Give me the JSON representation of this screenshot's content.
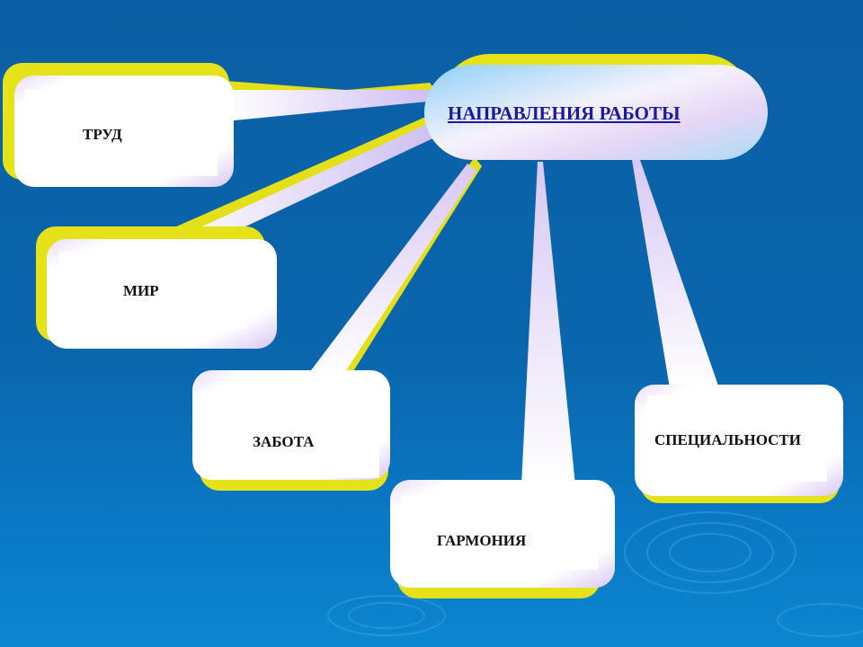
{
  "diagram": {
    "center": {
      "label": "НАПРАВЛЕНИЯ РАБОТЫ"
    },
    "nodes": [
      {
        "id": "trud",
        "label": "ТРУД"
      },
      {
        "id": "mir",
        "label": "МИР"
      },
      {
        "id": "zabota",
        "label": "ЗАБОТА"
      },
      {
        "id": "garmoniya",
        "label": "ГАРМОНИЯ"
      },
      {
        "id": "specialnosti",
        "label": "СПЕЦИАЛЬНОСТИ"
      }
    ]
  },
  "colors": {
    "background": "#0a66ad",
    "box_shadow": "#e5e217",
    "box_fill": "#ffffff",
    "box_tint": "#c9a8f0",
    "title_text": "#1a1aa0"
  }
}
